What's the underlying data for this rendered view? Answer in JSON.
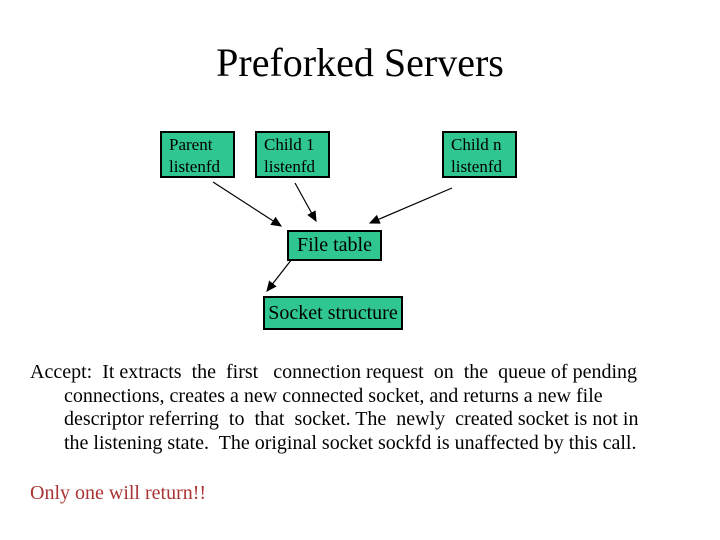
{
  "slide": {
    "title": "Preforked Servers",
    "colors": {
      "background": "#FFFFFF",
      "box_fill": "#2FC690",
      "box_border": "#000000",
      "text": "#000000",
      "highlight": "#AA3333"
    },
    "diagram": {
      "boxes": [
        {
          "id": "parent-listenfd",
          "label": "Parent\nlistenfd"
        },
        {
          "id": "child1-listenfd",
          "label": "Child 1\nlistenfd"
        },
        {
          "id": "childn-listenfd",
          "label": "Child n\nlistenfd"
        },
        {
          "id": "file-table",
          "label": "File table"
        },
        {
          "id": "socket-structure",
          "label": "Socket structure"
        }
      ],
      "connections": [
        {
          "from": "parent-listenfd",
          "to": "file-table"
        },
        {
          "from": "child1-listenfd",
          "to": "file-table"
        },
        {
          "from": "childn-listenfd",
          "to": "file-table"
        },
        {
          "from": "file-table",
          "to": "socket-structure"
        }
      ]
    },
    "body_text": "Accept:  It extracts  the  first   connection request  on  the  queue of pending\nconnections, creates a new connected socket, and returns a new file\ndescriptor referring  to  that  socket. The  newly  created socket is not in\nthe listening state.  The original socket sockfd is unaffected by this call.",
    "highlight_text": "Only one will return!!"
  }
}
